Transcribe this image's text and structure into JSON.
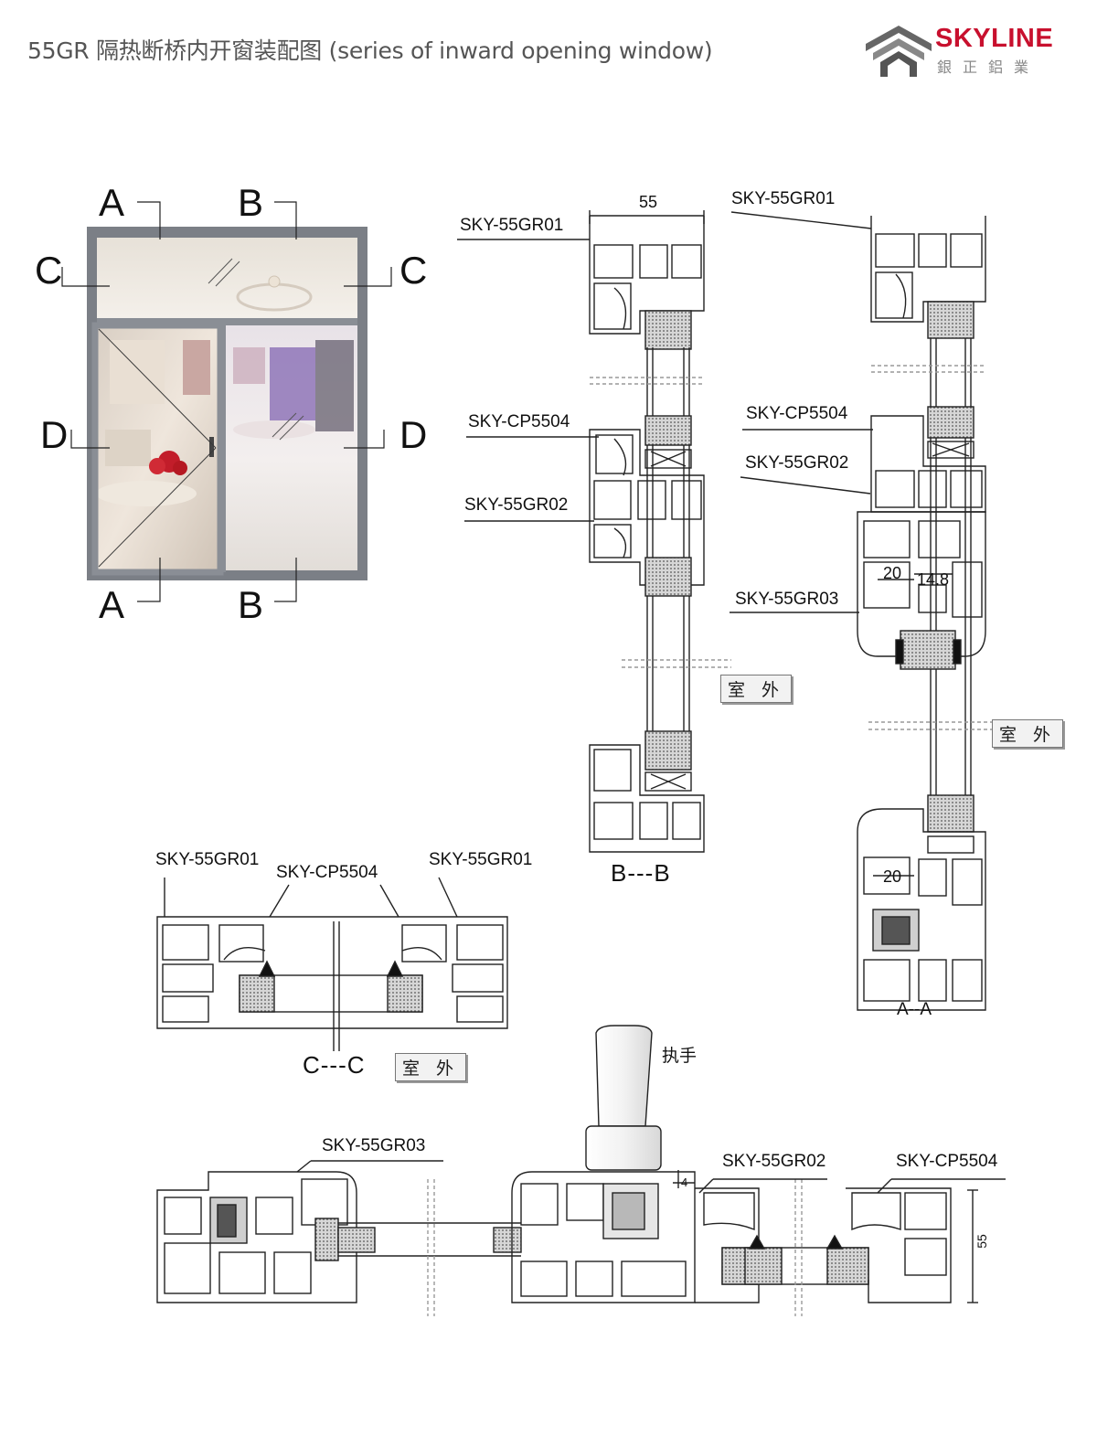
{
  "header": {
    "title": "55GR 隔热断桥内开窗装配图 (series of inward opening window)",
    "logo_text": "SKYLINE",
    "logo_cn": "銀正鋁業"
  },
  "window_view": {
    "sections": {
      "a": "A",
      "b": "B",
      "c": "C",
      "d": "D"
    }
  },
  "section_bb": {
    "caption": "B---B",
    "width_dim": "55",
    "labels": [
      "SKY-55GR01",
      "SKY-CP5504",
      "SKY-55GR02"
    ],
    "outside": "室 外"
  },
  "section_aa": {
    "caption": "A--A",
    "labels": [
      "SKY-55GR01",
      "SKY-CP5504",
      "SKY-55GR02",
      "SKY-55GR03"
    ],
    "dims": [
      "20",
      "14.8",
      "20"
    ],
    "outside": "室 外"
  },
  "section_cc": {
    "caption": "C---C",
    "labels": [
      "SKY-55GR01",
      "SKY-CP5504",
      "SKY-55GR01"
    ],
    "outside": "室 外"
  },
  "section_dd": {
    "handle_label": "执手",
    "labels": [
      "SKY-55GR03",
      "SKY-55GR02",
      "SKY-CP5504"
    ],
    "dims": [
      "4",
      "55"
    ]
  }
}
